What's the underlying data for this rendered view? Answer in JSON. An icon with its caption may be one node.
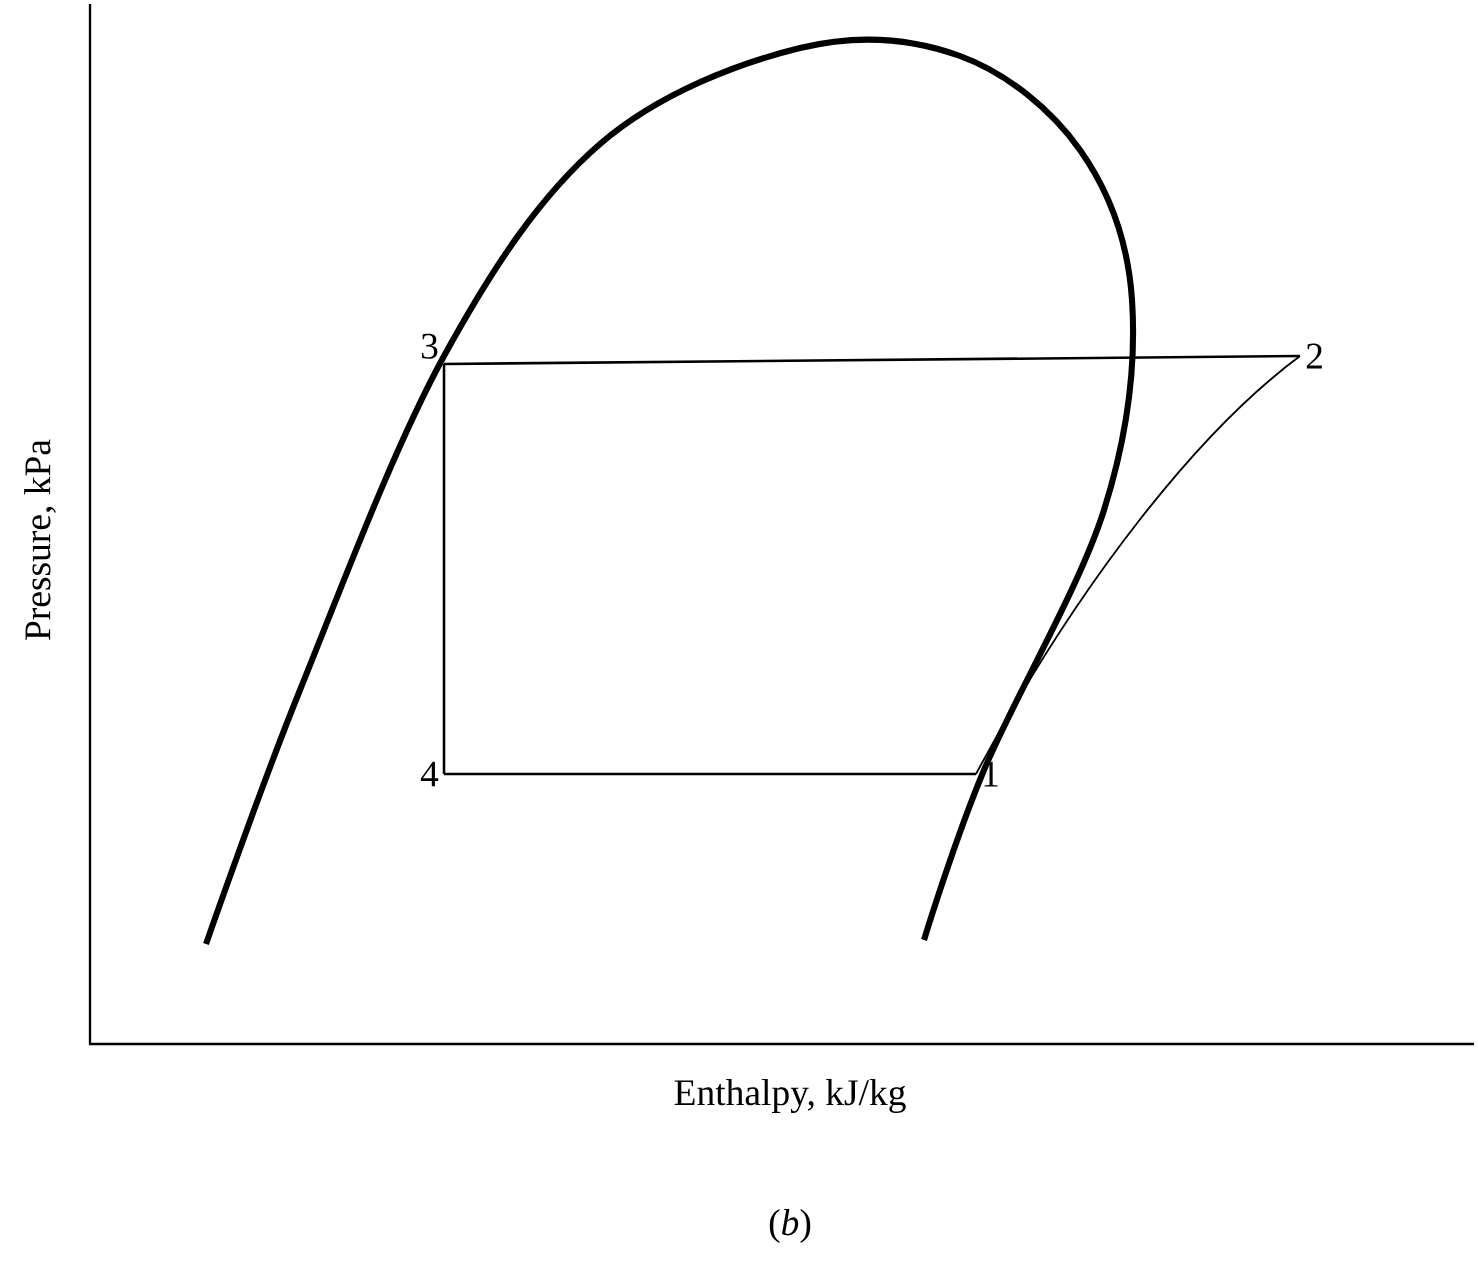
{
  "diagram": {
    "caption": "(*b*)",
    "nodes": [
      {
        "text": [
          "1"
        ]
      },
      {
        "text": [
          "2"
        ]
      },
      {
        "text": [
          "3"
        ]
      },
      {
        "text": [
          "4"
        ]
      }
    ],
    "edges": [
      {
        "from": 0,
        "to": 1,
        "arrow": "none"
      },
      {
        "from": 1,
        "to": 2,
        "arrow": "none"
      },
      {
        "from": 2,
        "to": 3,
        "arrow": "none"
      },
      {
        "from": 3,
        "to": 0,
        "arrow": "none"
      }
    ],
    "labels": [
      "Pressure, kPa",
      "Enthalpy, kJ/kg"
    ]
  }
}
